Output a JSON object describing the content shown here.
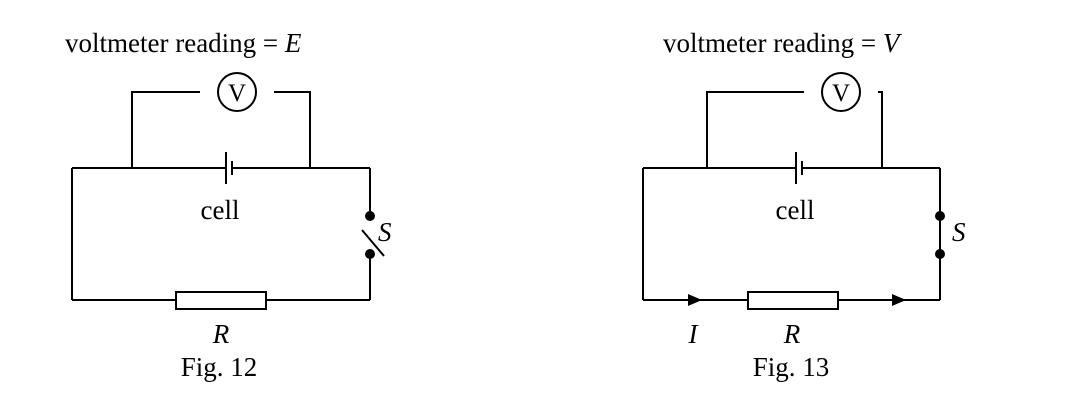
{
  "fig12": {
    "label_prefix": "voltmeter reading = ",
    "label_var": "E",
    "meter": "V",
    "cell": "cell",
    "switch": "S",
    "resistor": "R",
    "caption": "Fig. 12",
    "switch_state": "open"
  },
  "fig13": {
    "label_prefix": "voltmeter reading = ",
    "label_var": "V",
    "meter": "V",
    "cell": "cell",
    "switch": "S",
    "resistor": "R",
    "current": "I",
    "caption": "Fig. 13",
    "switch_state": "closed"
  }
}
